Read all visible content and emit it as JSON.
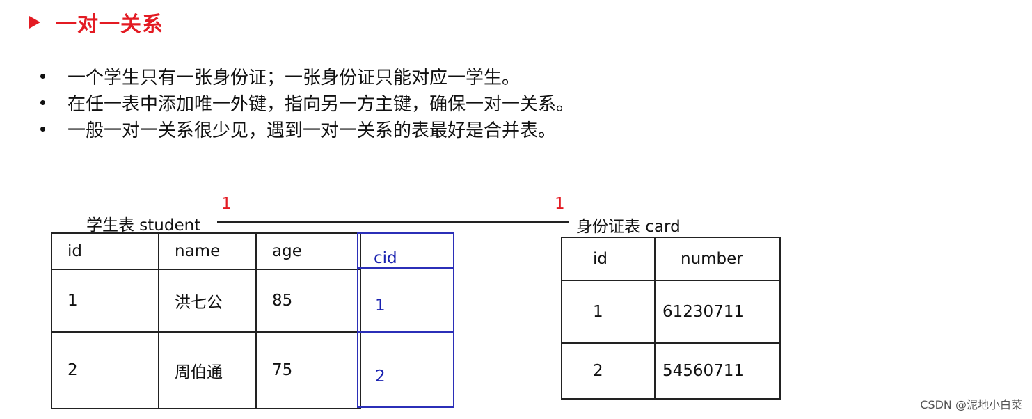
{
  "title": "一对一关系",
  "bullets": [
    "一个学生只有一张身份证；一张身份证只能对应一学生。",
    "在任一表中添加唯一外键，指向另一方主键，确保一对一关系。",
    "一般一对一关系很少见，遇到一对一关系的表最好是合并表。"
  ],
  "diagram": {
    "student_label": "学生表 student",
    "card_label": "身份证表  card",
    "cardinality_left": "1",
    "cardinality_right": "1",
    "student_table": {
      "headers": [
        "id",
        "name",
        "age",
        "cid"
      ],
      "rows": [
        [
          "1",
          "洪七公",
          "85",
          "1"
        ],
        [
          "2",
          "周伯通",
          "75",
          "2"
        ]
      ]
    },
    "card_table": {
      "headers": [
        "id",
        "number"
      ],
      "rows": [
        [
          "1",
          "61230711"
        ],
        [
          "2",
          "54560711"
        ]
      ]
    }
  },
  "watermark": "CSDN @泥地小白菜",
  "colors": {
    "accent_red": "#e31b23",
    "foreign_key_blue": "#2b2fb8",
    "text": "#111111"
  }
}
